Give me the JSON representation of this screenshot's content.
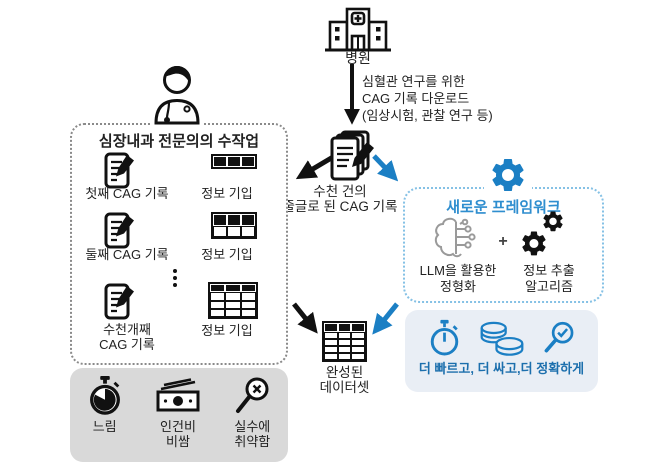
{
  "colors": {
    "accent_blue": "#1b7fc4",
    "framework_title_blue": "#2f8ecf",
    "benefits_text_blue": "#1c6fad",
    "manual_box_border_gray": "#8a8a8a",
    "framework_box_border_blue": "#85c1e5",
    "cons_box_gray": "#d9d9d9",
    "benefits_box_bg": "#e9eef5",
    "ink_black": "#111111"
  },
  "hospital": {
    "label": "병원"
  },
  "download_note": {
    "text": "심혈관 연구를 위한\nCAG 기록 다운로드\n(임상시험, 관찰 연구 등)"
  },
  "records_stack": {
    "label": "수천 건의\n줄글로 된 CAG 기록"
  },
  "manual_box": {
    "title": "심장내과 전문의의 수작업",
    "rows": [
      {
        "record": "첫째 CAG 기록",
        "entry": "정보 기입"
      },
      {
        "record": "둘째 CAG 기록",
        "entry": "정보 기입"
      },
      {
        "record": "수천개째\nCAG 기록",
        "entry": "정보 기입"
      }
    ]
  },
  "manual_cons": {
    "items": [
      {
        "icon": "stopwatch-icon",
        "label": "느림"
      },
      {
        "icon": "banknotes-icon",
        "label": "인건비\n비쌈"
      },
      {
        "icon": "error-magnifier-icon",
        "label": "실수에\n취약함"
      }
    ]
  },
  "framework_box": {
    "title": "새로운 프레임워크",
    "llm_label": "LLM을 활용한\n정형화",
    "plus": "+",
    "algorithm_label": "정보 추출\n알고리즘"
  },
  "benefits_box": {
    "icons": [
      "timer-icon",
      "coins-icon",
      "check-magnifier-icon"
    ],
    "label": "더 빠르고, 더 싸고,더 정확하게"
  },
  "dataset": {
    "label": "완성된\n데이터셋"
  }
}
